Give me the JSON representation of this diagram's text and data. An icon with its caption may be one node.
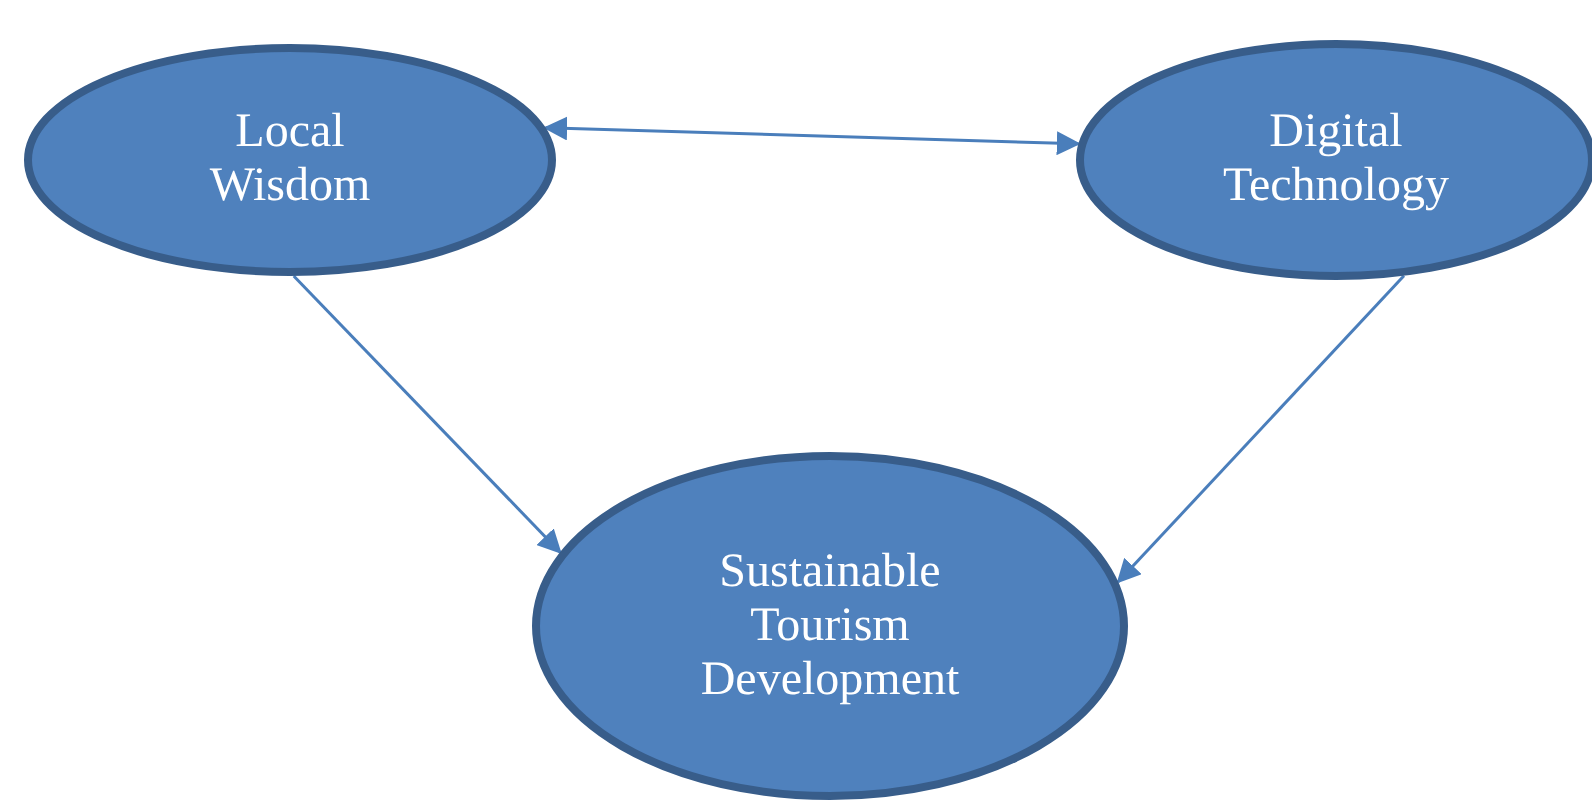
{
  "diagram": {
    "nodes": [
      {
        "text": [
          "Local Wisdom"
        ]
      },
      {
        "text": [
          "Digital Technology"
        ]
      },
      {
        "text": [
          "Sustainable Tourism Development"
        ]
      }
    ],
    "edges": [
      {
        "from": 0,
        "to": 1,
        "arrow": "both"
      },
      {
        "from": 0,
        "to": 2,
        "arrow": "to"
      },
      {
        "from": 1,
        "to": 2,
        "arrow": "to"
      }
    ]
  }
}
